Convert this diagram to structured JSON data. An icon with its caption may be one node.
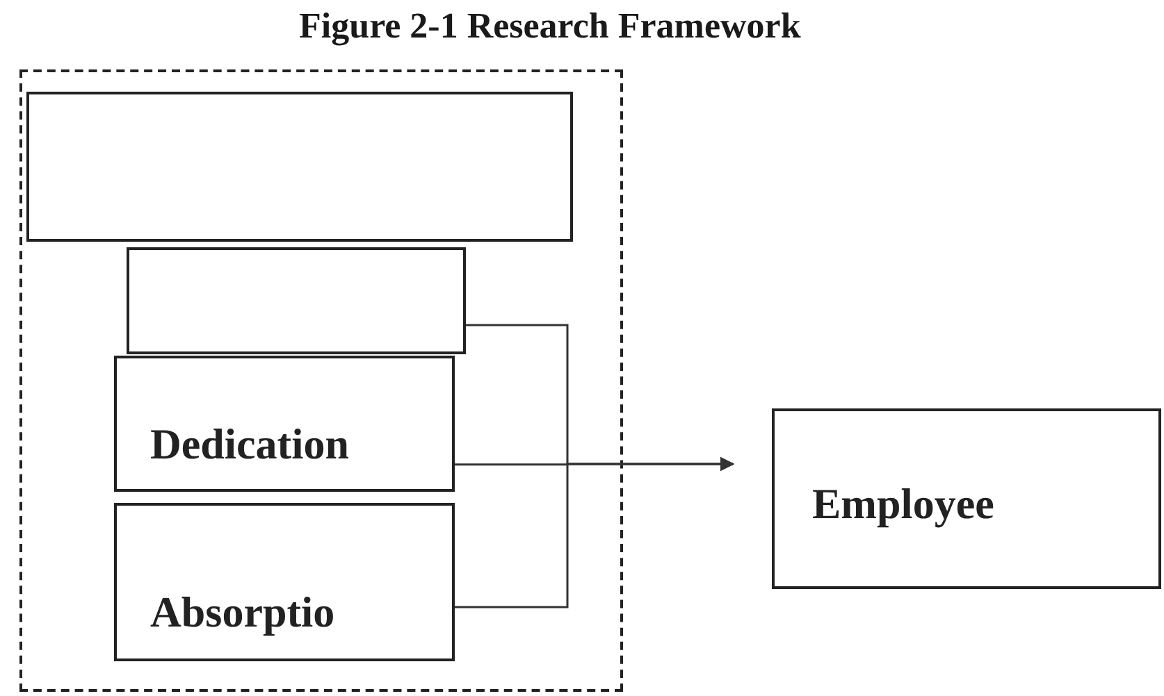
{
  "diagram": {
    "title": "Figure 2-1 Research Framework",
    "nodes": [
      {
        "text": [],
        "shape": "box"
      },
      {
        "text": [],
        "shape": "box",
        "in": 0
      },
      {
        "text": [],
        "shape": "box",
        "in": 0
      },
      {
        "text": [
          "Dedication"
        ],
        "in": 0
      },
      {
        "text": [
          "Absorptio"
        ],
        "in": 0
      },
      {
        "text": [
          "Employee"
        ]
      }
    ],
    "edges": [
      {
        "from": 2,
        "to": 5,
        "arrow": "to"
      },
      {
        "from": 3,
        "to": 5,
        "arrow": "to"
      },
      {
        "from": 4,
        "to": 5,
        "arrow": "to"
      }
    ]
  }
}
